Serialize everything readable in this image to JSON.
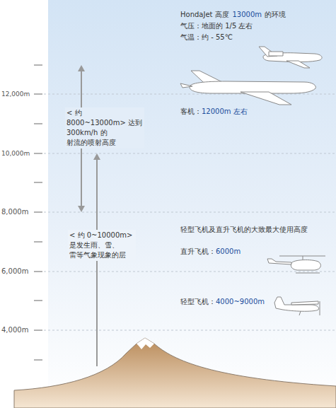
{
  "diagram": {
    "labels": [
      "HondaJet",
      "高度",
      "13000m",
      "的环境",
      "气压：地面的 1/5 左右",
      "气温：约 - 55℃",
      "客机：",
      "12000m 左右",
      "< 约 8000~13000m> 达到 300km/h 的 射流的喷射高度",
      "< 约 0~10000m> 是发生雨、雪、 雷等气象现象的层",
      "轻型飞机及直升飞机的大致最大使用高度",
      "直升飞机：",
      "6000m",
      "轻型飞机：",
      "4000~9000m",
      "12,000m",
      "10,000m",
      "8,000m",
      "6,000m",
      "4,000m"
    ]
  }
}
